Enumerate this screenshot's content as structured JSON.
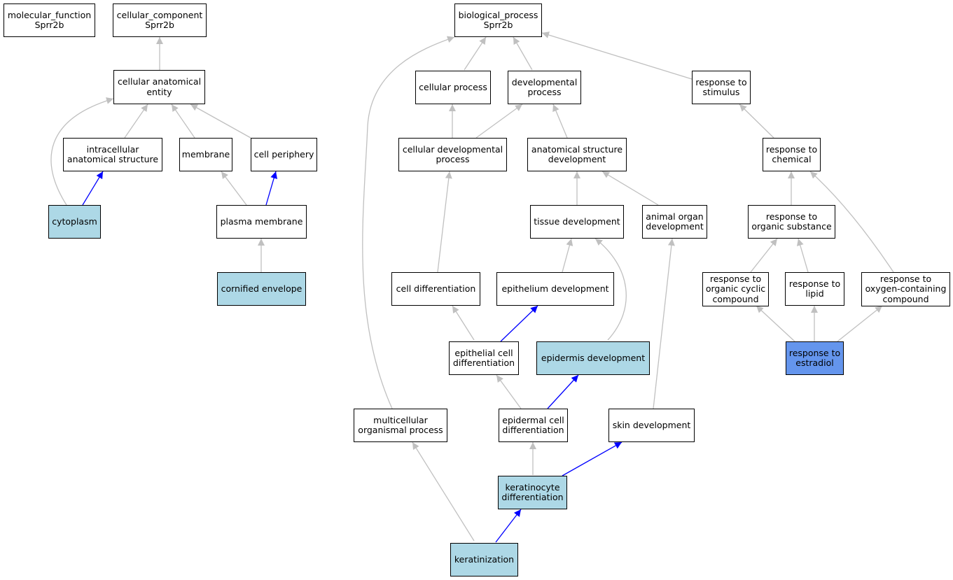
{
  "colors": {
    "edge_gray": "#c0c0c0",
    "edge_blue": "#0000ff",
    "fill_light": "#add8e6",
    "fill_blue": "#6495ed"
  },
  "nodes": {
    "mf": "molecular_function\nSprr2b",
    "cc": "cellular_component\nSprr2b",
    "cae": "cellular anatomical\nentity",
    "ias": "intracellular\nanatomical structure",
    "membrane": "membrane",
    "cellper": "cell periphery",
    "cytoplasm": "cytoplasm",
    "plasmamem": "plasma membrane",
    "cornified": "cornified envelope",
    "bp": "biological_process\nSprr2b",
    "cellproc": "cellular process",
    "devproc": "developmental\nprocess",
    "stimulus": "response to\nstimulus",
    "celldevproc": "cellular developmental\nprocess",
    "asd": "anatomical structure\ndevelopment",
    "chemical": "response to\nchemical",
    "tissue": "tissue development",
    "organ": "animal organ\ndevelopment",
    "orgsub": "response to\norganic substance",
    "celldiff": "cell differentiation",
    "epith": "epithelium development",
    "cyclic": "response to\norganic cyclic\ncompound",
    "lipid": "response to\nlipid",
    "oxygen": "response to\noxygen-containing\ncompound",
    "epcelldiff": "epithelial cell\ndifferentiation",
    "epidermis": "epidermis development",
    "estradiol": "response to\nestradiol",
    "multicell": "multicellular\norganismal process",
    "epidermal": "epidermal cell\ndifferentiation",
    "skin": "skin development",
    "kerdiff": "keratinocyte\ndifferentiation",
    "keratinization": "keratinization"
  }
}
